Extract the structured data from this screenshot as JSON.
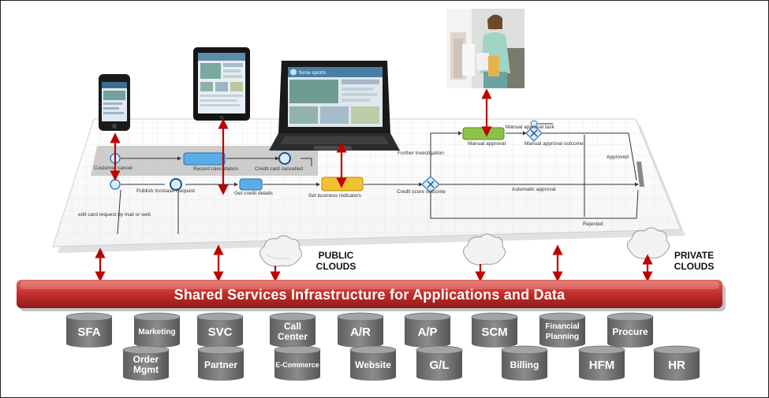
{
  "process_labels": {
    "customer_cancel": "Customer cancel",
    "record_cancellation": "Record cancellation",
    "credit_card_cancelled": "Credit card cancelled",
    "publish_increase_request": "Publish Increase Request",
    "get_credit_details": "Get credit details",
    "set_business_indicators": "Set business indicators",
    "credit_score_outcome": "Credit score outcome",
    "further_investigation": "Further investigation",
    "manual_approval": "Manual approval",
    "manual_approval_task": "Manual approval task",
    "manual_approval_outcome": "Manual approval outcome",
    "approved": "Approved",
    "automatic_approval": "Automatic approval",
    "rejected": "Rejected",
    "edit_card_request": "edit card request by mail or web"
  },
  "device_screens": {
    "laptop_brand": "force sports"
  },
  "clouds": {
    "public": "PUBLIC CLOUDS",
    "private": "PRIVATE CLOUDS"
  },
  "infrastructure_bar": "Shared Services Infrastructure for Applications and Data",
  "systems_row1": [
    "SFA",
    "Marketing",
    "SVC",
    "Call Center",
    "A/R",
    "A/P",
    "SCM",
    "Financial Planning",
    "Procure"
  ],
  "systems_row2": [
    "Order Mgmt",
    "Partner",
    "E-Commerce",
    "Website",
    "G/L",
    "Billing",
    "HFM",
    "HR"
  ],
  "colors": {
    "bar_red": "#c9302c",
    "arrow_red": "#c00000",
    "cylinder_gray": "#7a7a7a",
    "task_blue": "#5aaee8",
    "task_yellow": "#f2c230",
    "task_green": "#8bc34a"
  }
}
